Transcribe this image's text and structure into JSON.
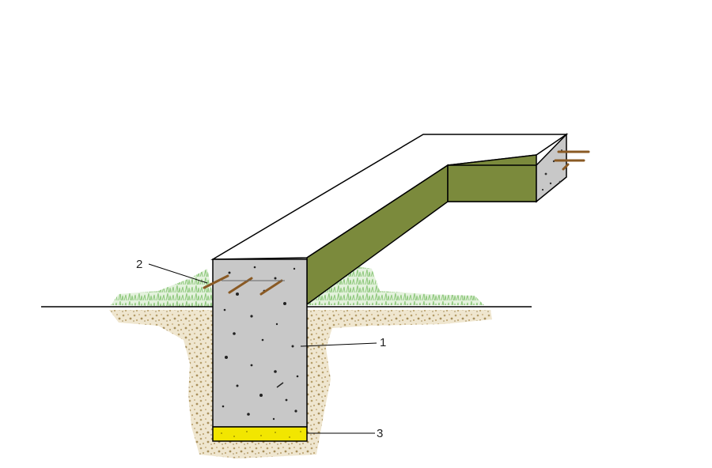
{
  "labels": {
    "footing": "1",
    "rebar": "2",
    "sand_cushion": "3"
  },
  "colors": {
    "background": "#ffffff",
    "concrete": "#c8c8c8",
    "concrete_dark": "#bdbdbd",
    "top_face": "#ffffff",
    "side_face": "#7b8a3c",
    "soil": "#d8c9a6",
    "grass": "#9ccf8c",
    "sand": "#f2e600",
    "rebar": "#8a5a24",
    "outline": "#000000"
  }
}
